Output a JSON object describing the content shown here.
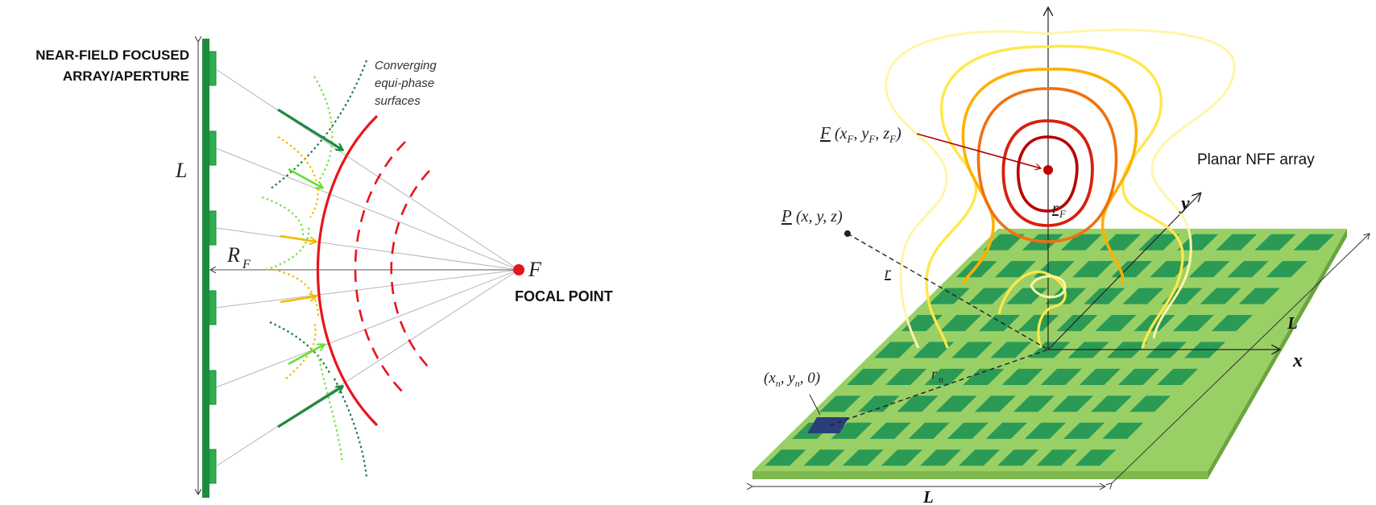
{
  "left_panel": {
    "array_label_line1": "NEAR-FIELD FOCUSED",
    "array_label_line2": "ARRAY/APERTURE",
    "length_symbol": "L",
    "radius_symbol": "R",
    "radius_subscript": "F",
    "focal_symbol": "F",
    "focal_point_label": "FOCAL POINT",
    "wavefront_label_line1": "Converging",
    "wavefront_label_line2": "equi-phase",
    "wavefront_label_line3": "surfaces",
    "colors": {
      "array": "#1e8a3e",
      "wavefront": "#e8141c",
      "arrow_dark": "#1e8a3e",
      "arrow_light": "#66dd33",
      "arrow_yellow": "#f5b800"
    }
  },
  "right_panel": {
    "title": "Planar NFF array",
    "focus_label": "F",
    "focus_coords": "(x",
    "focus_coords_sub1": "F",
    "focus_coords_mid1": ", y",
    "focus_coords_sub2": "F",
    "focus_coords_mid2": ", z",
    "focus_coords_sub3": "F",
    "focus_coords_end": ")",
    "point_label": "P",
    "point_coords": "(x, y, z)",
    "r_label": "r",
    "rF_label": "r",
    "rF_sub": "F",
    "rn_label": "r",
    "rn_sub": "n",
    "element_coords_open": "(x",
    "element_coords_sub1": "n",
    "element_coords_mid": ", y",
    "element_coords_sub2": "n",
    "element_coords_end": ", 0)",
    "axis_x": "x",
    "axis_y": "y",
    "side_L1": "L",
    "side_L2": "L",
    "colors": {
      "board": "#99d066",
      "board_side": "#7fb84e",
      "patch": "#2b9a55",
      "selected_patch": "#2c3e7a",
      "contours": [
        "#fff6a8",
        "#ffe84a",
        "#ffb000",
        "#f07010",
        "#d82010",
        "#b80000"
      ]
    }
  }
}
